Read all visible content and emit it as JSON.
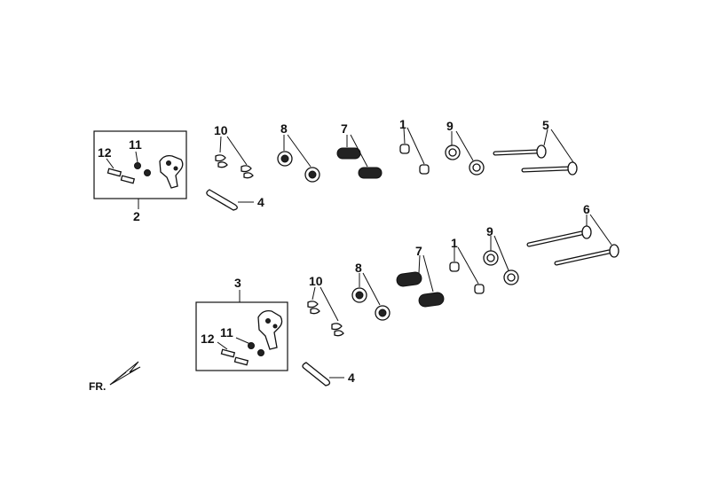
{
  "labels": {
    "l1_top": "1",
    "l1_bot": "1",
    "l2": "2",
    "l3": "3",
    "l4_top": "4",
    "l4_bot": "4",
    "l5": "5",
    "l6": "6",
    "l7_top": "7",
    "l7_bot": "7",
    "l8_top": "8",
    "l8_bot": "8",
    "l9_top": "9",
    "l9_bot": "9",
    "l10_top": "10",
    "l10_bot": "10",
    "l11_top": "11",
    "l11_bot": "11",
    "l12_top": "12",
    "l12_bot": "12"
  },
  "front_marker": "FR."
}
